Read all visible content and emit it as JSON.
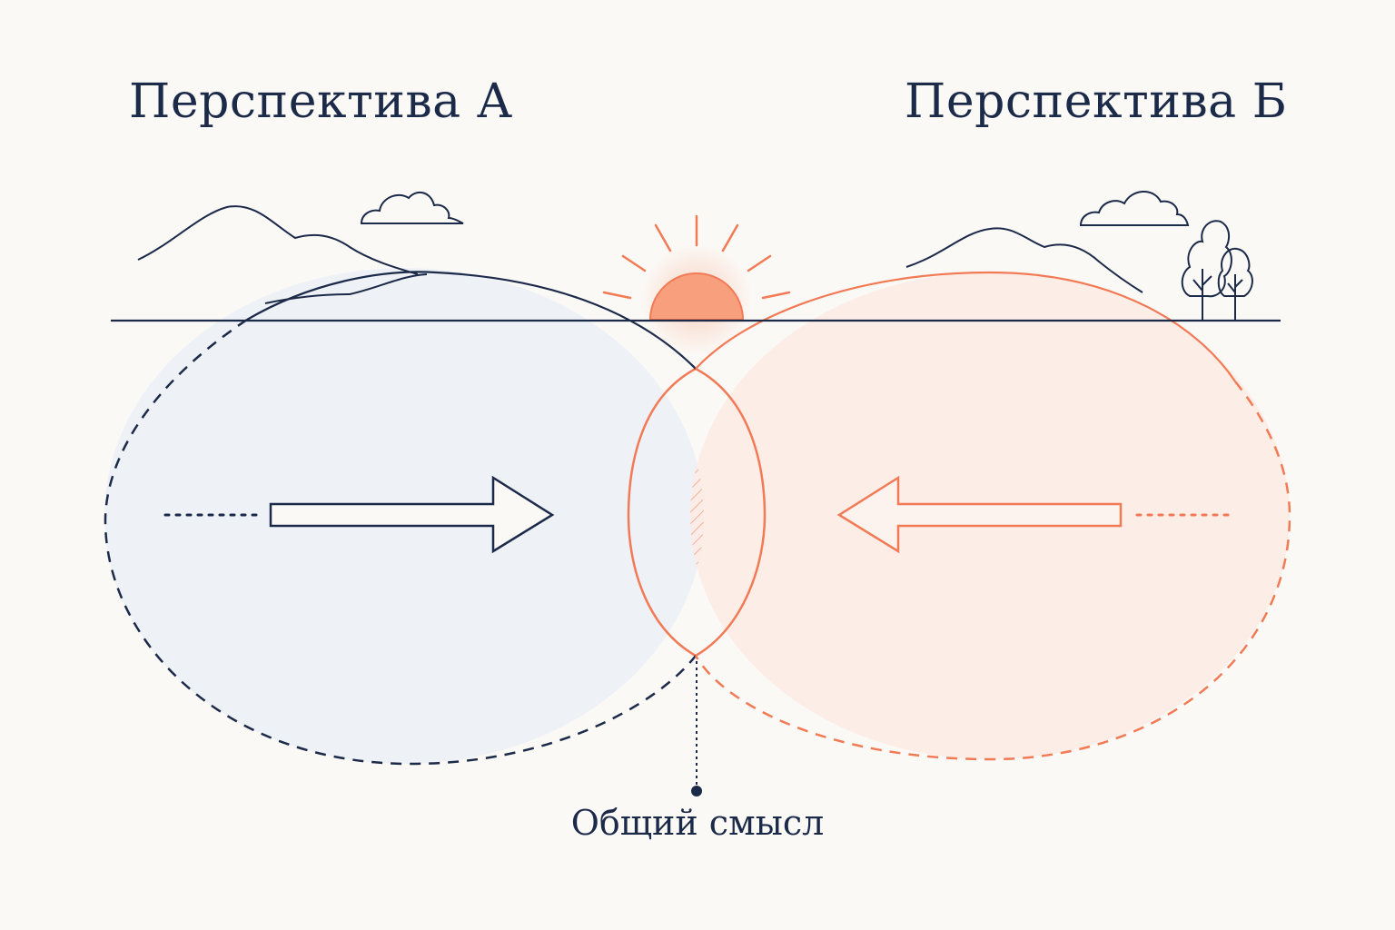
{
  "titles": {
    "left": "Перспектива А",
    "right": "Перспектива Б"
  },
  "overlap_label": "Общий смысл",
  "colors": {
    "navy": "#1c2a4a",
    "coral": "#f27a55",
    "sun": "#f8a07e",
    "left_fill": "#eef1f6",
    "right_fill": "#fdebe4",
    "background": "#fbf9f6"
  },
  "icons": [
    "mountain-icon",
    "cloud-icon",
    "sun-icon",
    "tree-icon",
    "arrow-right-icon",
    "arrow-left-icon"
  ]
}
